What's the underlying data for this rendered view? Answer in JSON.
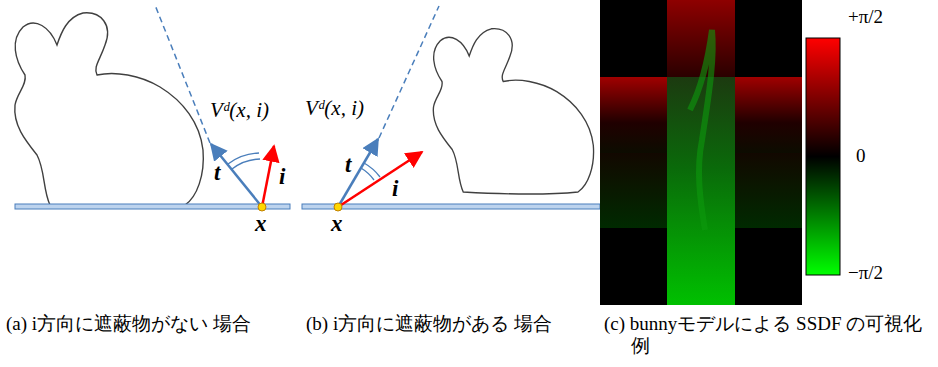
{
  "diagram": {
    "labels": [
      "Vᵈ(x, i)",
      "t",
      "i",
      "x",
      "Vᵈ(x, i)",
      "t",
      "i",
      "x",
      "+π/2",
      "0",
      "−π/2",
      "(a) i方向に遮蔽物がない 場合",
      "(b) i方向に遮蔽物がある 場合",
      "(c) bunnyモデルによる SSDF の可視化例"
    ]
  }
}
